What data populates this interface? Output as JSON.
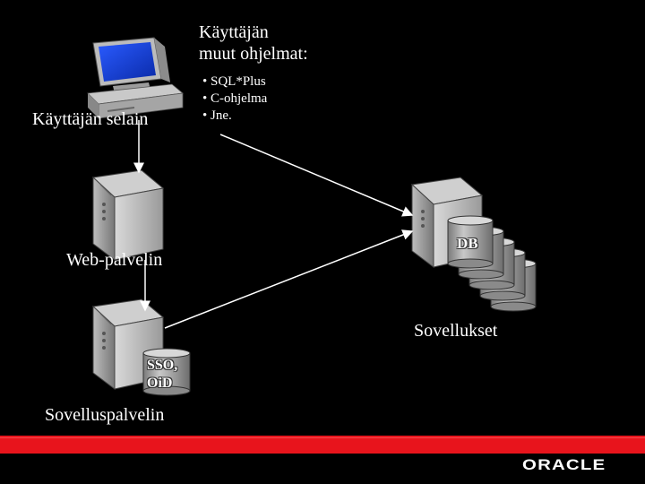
{
  "diagram": {
    "other_programs_title_line1": "Käyttäjän",
    "other_programs_title_line2": "muut ohjelmat:",
    "other_programs_items": [
      "• SQL*Plus",
      "• C-ohjelma",
      "• Jne."
    ],
    "browser_label": "Käyttäjän selain",
    "web_server_label": "Web-palvelin",
    "app_server_label": "Sovelluspalvelin",
    "sso_line1": "SSO,",
    "sso_line2": "OiD",
    "db_label": "DB",
    "applications_label": "Sovellukset"
  },
  "footer": {
    "brand": "ORACLE",
    "bar_color": "#e8141c"
  },
  "icons": [
    "computer-icon",
    "server-icon",
    "database-icon"
  ]
}
